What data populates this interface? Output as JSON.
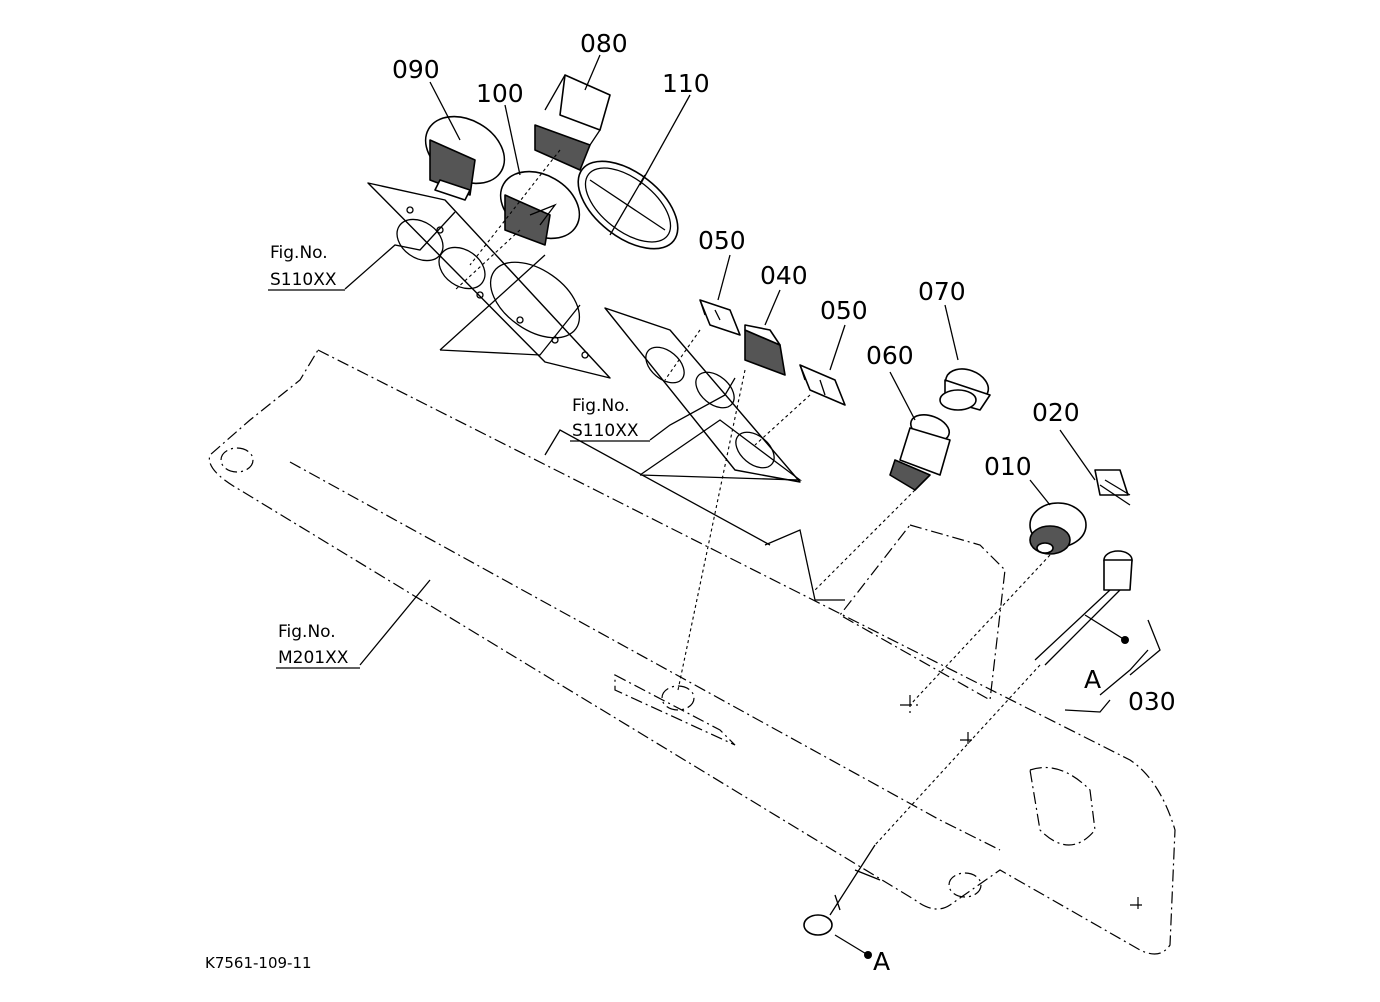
{
  "parts": {
    "p010": "010",
    "p020": "020",
    "p030": "030",
    "p040": "040",
    "p050a": "050",
    "p050b": "050",
    "p060": "060",
    "p070": "070",
    "p080": "080",
    "p090": "090",
    "p100": "100",
    "p110": "110"
  },
  "figure_refs": {
    "ref1_line1": "Fig.No.",
    "ref1_line2": "S110XX",
    "ref2_line1": "Fig.No.",
    "ref2_line2": "S110XX",
    "ref3_line1": "Fig.No.",
    "ref3_line2": "M201XX"
  },
  "markers": {
    "view_a_upper": "A",
    "view_a_lower": "A"
  },
  "drawing_id": "K7561-109-11"
}
